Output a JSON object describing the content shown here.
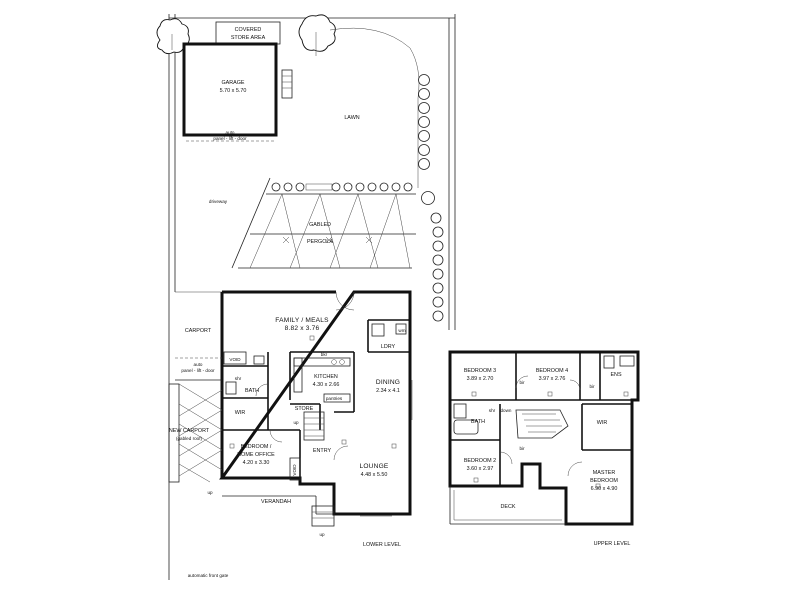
{
  "labels": {
    "covered_store_area_1": "COVERED",
    "covered_store_area_2": "STORE AREA",
    "garage_name": "GARAGE",
    "garage_dims": "5.70 x 5.70",
    "garage_door": "panel - lift - door",
    "auto_garage": "auto",
    "lawn": "LAWN",
    "driveway": "driveway",
    "pergola_1": "GABLED",
    "pergola_2": "PERGOLA",
    "family_name": "FAMILY / MEALS",
    "family_dims": "8.82 x 3.76",
    "carport": "CARPORT",
    "auto_carport": "auto",
    "carport_door": "panel - lift - door",
    "new_carport_1": "NEW CARPORT",
    "new_carport_2": "(gabled roof)",
    "void_1": "VOID",
    "void_2": "VOID",
    "shr_lower": "shr",
    "bath_lower": "BATH",
    "wir_lower": "WIR",
    "kitchen_name": "KITCHEN",
    "kitchen_dims": "4.30 x 2.66",
    "bkr": "bkr",
    "pantries": "pantries",
    "store": "STORE",
    "ldry": "LDRY",
    "wm": "wm",
    "dining_name": "DINING",
    "dining_dims": "2.34 x 4.1",
    "bedroom_office_1": "BEDROOM /",
    "bedroom_office_2": "HOME OFFICE",
    "bedroom_office_dims": "4.20 x 3.30",
    "entry": "ENTRY",
    "lounge_name": "LOUNGE",
    "lounge_dims": "4.48 x 5.50",
    "verandah": "VERANDAH",
    "up_1": "up",
    "up_2": "up",
    "up_3": "up",
    "lower_level": "LOWER LEVEL",
    "automatic_front_gate": "automatic front gate",
    "bedroom3_name": "BEDROOM 3",
    "bedroom3_dims": "3.89 x 2.70",
    "bedroom4_name": "BEDROOM 4",
    "bedroom4_dims": "3.97 x 2.76",
    "ens": "ENS",
    "bir_1": "bir",
    "bir_2": "bir",
    "bir_3": "bir",
    "shr_upper": "shr",
    "down": "down",
    "bath_upper": "BATH",
    "wir_upper": "WIR",
    "bedroom2_name": "BEDROOM 2",
    "bedroom2_dims": "3.60 x 2.97",
    "master_1": "MASTER",
    "master_2": "BEDROOM",
    "master_dims": "6.90 x 4.90",
    "deck": "DECK",
    "upper_level": "UPPER LEVEL"
  }
}
